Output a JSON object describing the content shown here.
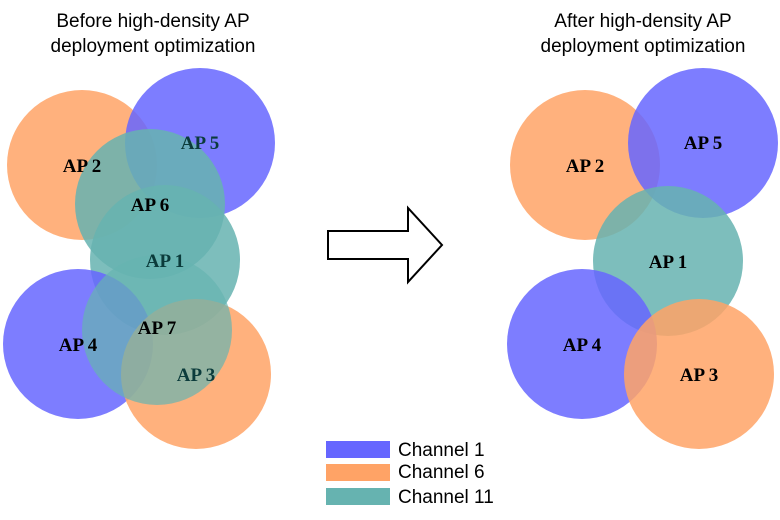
{
  "colors": {
    "channel_1": "#6666ff",
    "channel_6": "#ffa366",
    "channel_11": "#66b3b0",
    "label_on_light": "#000000",
    "label_on_channel_11": "#0b3b3b"
  },
  "before": {
    "title_line1": "Before high-density AP",
    "title_line2": "deployment optimization",
    "aps": [
      {
        "id": "ap2",
        "label": "AP 2",
        "channel": "channel_6"
      },
      {
        "id": "ap5",
        "label": "AP 5",
        "channel": "channel_1"
      },
      {
        "id": "ap6",
        "label": "AP 6",
        "channel": "channel_11"
      },
      {
        "id": "ap1",
        "label": "AP 1",
        "channel": "channel_11"
      },
      {
        "id": "ap4",
        "label": "AP 4",
        "channel": "channel_1"
      },
      {
        "id": "ap3",
        "label": "AP 3",
        "channel": "channel_6"
      },
      {
        "id": "ap7",
        "label": "AP 7",
        "channel": "channel_11"
      }
    ]
  },
  "after": {
    "title_line1": "After high-density AP",
    "title_line2": "deployment optimization",
    "aps": [
      {
        "id": "ap2",
        "label": "AP 2",
        "channel": "channel_6"
      },
      {
        "id": "ap5",
        "label": "AP 5",
        "channel": "channel_1"
      },
      {
        "id": "ap1",
        "label": "AP 1",
        "channel": "channel_11"
      },
      {
        "id": "ap4",
        "label": "AP 4",
        "channel": "channel_1"
      },
      {
        "id": "ap3",
        "label": "AP 3",
        "channel": "channel_6"
      }
    ]
  },
  "legend": [
    {
      "label": "Channel 1",
      "channel": "channel_1"
    },
    {
      "label": "Channel 6",
      "channel": "channel_6"
    },
    {
      "label": "Channel 11",
      "channel": "channel_11"
    }
  ]
}
